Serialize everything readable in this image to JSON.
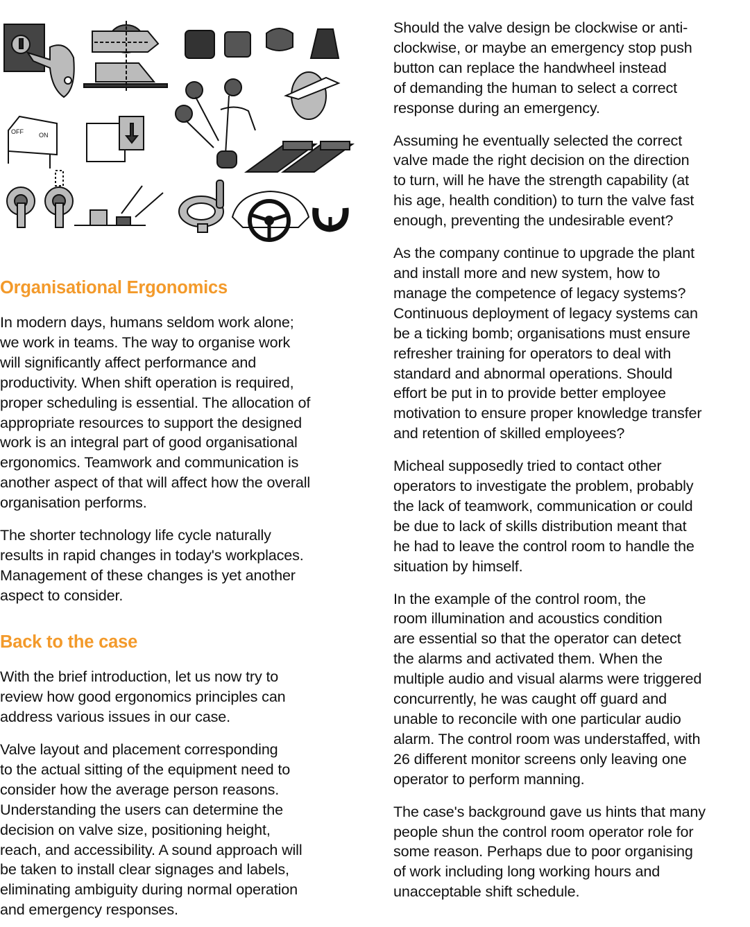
{
  "figure": {
    "caption": "",
    "description": "Illustrations of control types: key switch, rotary selector, knobs, toggle switches, push buttons, levers, slides, handwheel, steering wheel"
  },
  "left_column": {
    "sections": [
      {
        "heading": "Organisational Ergonomics",
        "paragraphs": [
          "In modern days, humans seldom work alone;\nwe work in teams. The way to organise work\nwill significantly affect performance and\nproductivity. When shift operation is required,\nproper scheduling is essential. The allocation of\nappropriate resources to support the designed\nwork is an integral part of good organisational\nergonomics. Teamwork and communication is\nanother aspect of that will affect how the overall\norganisation performs.",
          "The shorter technology life cycle naturally\nresults in rapid changes in today's workplaces.\nManagement of these changes is yet another\naspect to consider."
        ]
      },
      {
        "heading": "Back to the case",
        "paragraphs": [
          "With the brief introduction, let us now try to\nreview how good ergonomics principles can\naddress various issues in our case.",
          "Valve layout and placement corresponding\nto the actual sitting of the equipment need to\nconsider how the average person reasons.\nUnderstanding the users can determine the\ndecision on valve size, positioning height,\nreach, and accessibility. A sound approach will\nbe taken to install clear signages and labels,\neliminating ambiguity during normal operation\nand emergency responses."
        ]
      }
    ]
  },
  "right_column": {
    "paragraphs": [
      "Should the valve design be clockwise or anti-\nclockwise, or maybe an emergency stop push\nbutton can replace the handwheel instead\nof demanding the human to select a correct\nresponse during an emergency.",
      "Assuming he eventually selected the correct\nvalve made the right decision on the direction\nto turn, will he have the strength capability (at\nhis age, health condition) to turn the valve fast\nenough, preventing the undesirable event?",
      "As the company continue to upgrade the plant\nand install more and new system, how to\nmanage the competence of legacy systems?\nContinuous deployment of legacy systems can\nbe a ticking bomb; organisations must ensure\nrefresher training for operators to deal with\nstandard and abnormal operations. Should\neffort be put in to provide better employee\nmotivation to ensure proper knowledge transfer\nand retention of skilled employees?",
      "Micheal supposedly tried to contact other\noperators to investigate the problem, probably\nthe lack of teamwork, communication or could\nbe due to lack of skills distribution meant that\nhe had to leave the control room to handle the\nsituation by himself.",
      "In the example of the control room, the\nroom illumination and acoustics condition\nare essential so that the operator can detect\nthe alarms and activated them. When the\nmultiple audio and visual alarms were triggered\nconcurrently, he was caught off guard and\nunable to reconcile with one particular audio\nalarm. The control room was understaffed, with\n26 different monitor screens only leaving one\noperator to perform manning.",
      "The case's background gave us hints that many\npeople shun the control room operator role for\nsome reason. Perhaps due to poor organising\nof work including long working hours and\nunacceptable shift schedule."
    ]
  },
  "colors": {
    "heading": "#f39a2b",
    "body_text": "#111111",
    "background": "#ffffff"
  }
}
